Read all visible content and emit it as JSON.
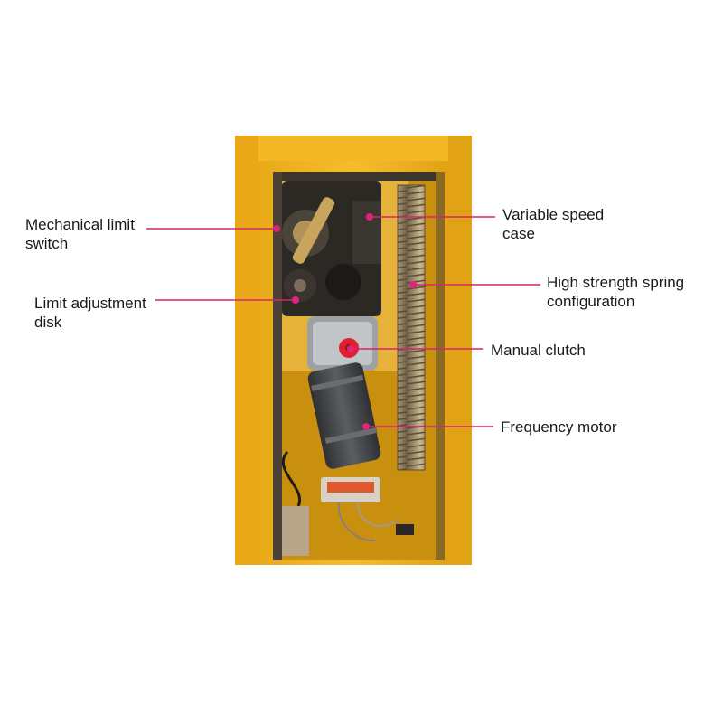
{
  "colors": {
    "cabinet_yellow": "#f2b21c",
    "cabinet_shadow": "#c98d0c",
    "interior_dark": "#3a3630",
    "callout_line": "#d6246e",
    "dot": "#e0247a",
    "clutch_red": "#e0202e",
    "motor_gray": "#4a4b4f",
    "spring_tan": "#9c8a66"
  },
  "labels": {
    "mechanical_limit_switch": {
      "line1": "Mechanical limit",
      "line2": "switch"
    },
    "limit_adjustment_disk": {
      "line1": "Limit adjustment",
      "line2": "disk"
    },
    "variable_speed_case": {
      "line1": "Variable speed",
      "line2": "case"
    },
    "high_strength_spring": {
      "line1": "High strength spring",
      "line2": "configuration"
    },
    "manual_clutch": {
      "line1": "Manual clutch"
    },
    "frequency_motor": {
      "line1": "Frequency motor"
    }
  },
  "icons": {
    "gear": "gear-icon",
    "spring": "spring-coil-icon",
    "motor": "motor-icon",
    "clutch": "clutch-knob-icon",
    "terminal": "terminal-block-icon"
  }
}
